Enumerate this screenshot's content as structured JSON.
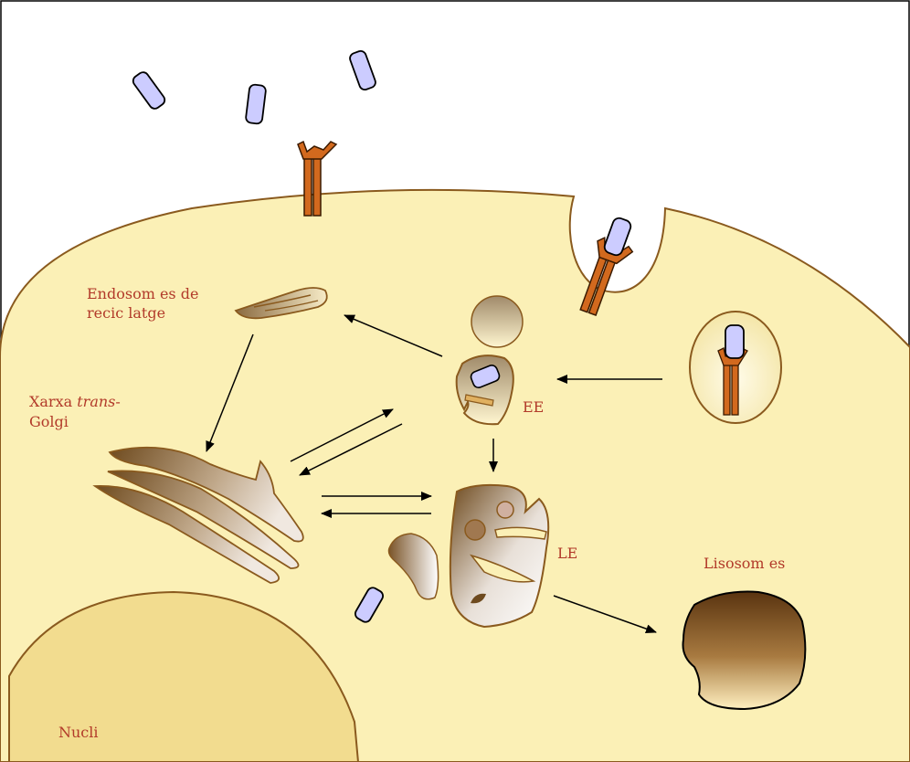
{
  "labels": {
    "recycling_endosomes_line1": "Endosom es de",
    "recycling_endosomes_line2": "recic latge",
    "tgn_line1_a": "Xarxa ",
    "tgn_line1_b": "trans",
    "tgn_line1_c": "-",
    "tgn_line2": "Golgi",
    "early_endosome": "EE",
    "late_endosome": "LE",
    "lysosomes": "Lisosom es",
    "nucleus": "Nucli"
  },
  "colors": {
    "label_text": "#b23a2a",
    "cell_fill": "#fbf0b6",
    "cell_outline": "#8a5a1e",
    "ligand_fill": "#ccccff",
    "receptor_fill": "#d2691e",
    "organelle_dark": "#6e4a1e",
    "nucleus_fill": "#f2dc8f",
    "arrow": "#000000"
  }
}
